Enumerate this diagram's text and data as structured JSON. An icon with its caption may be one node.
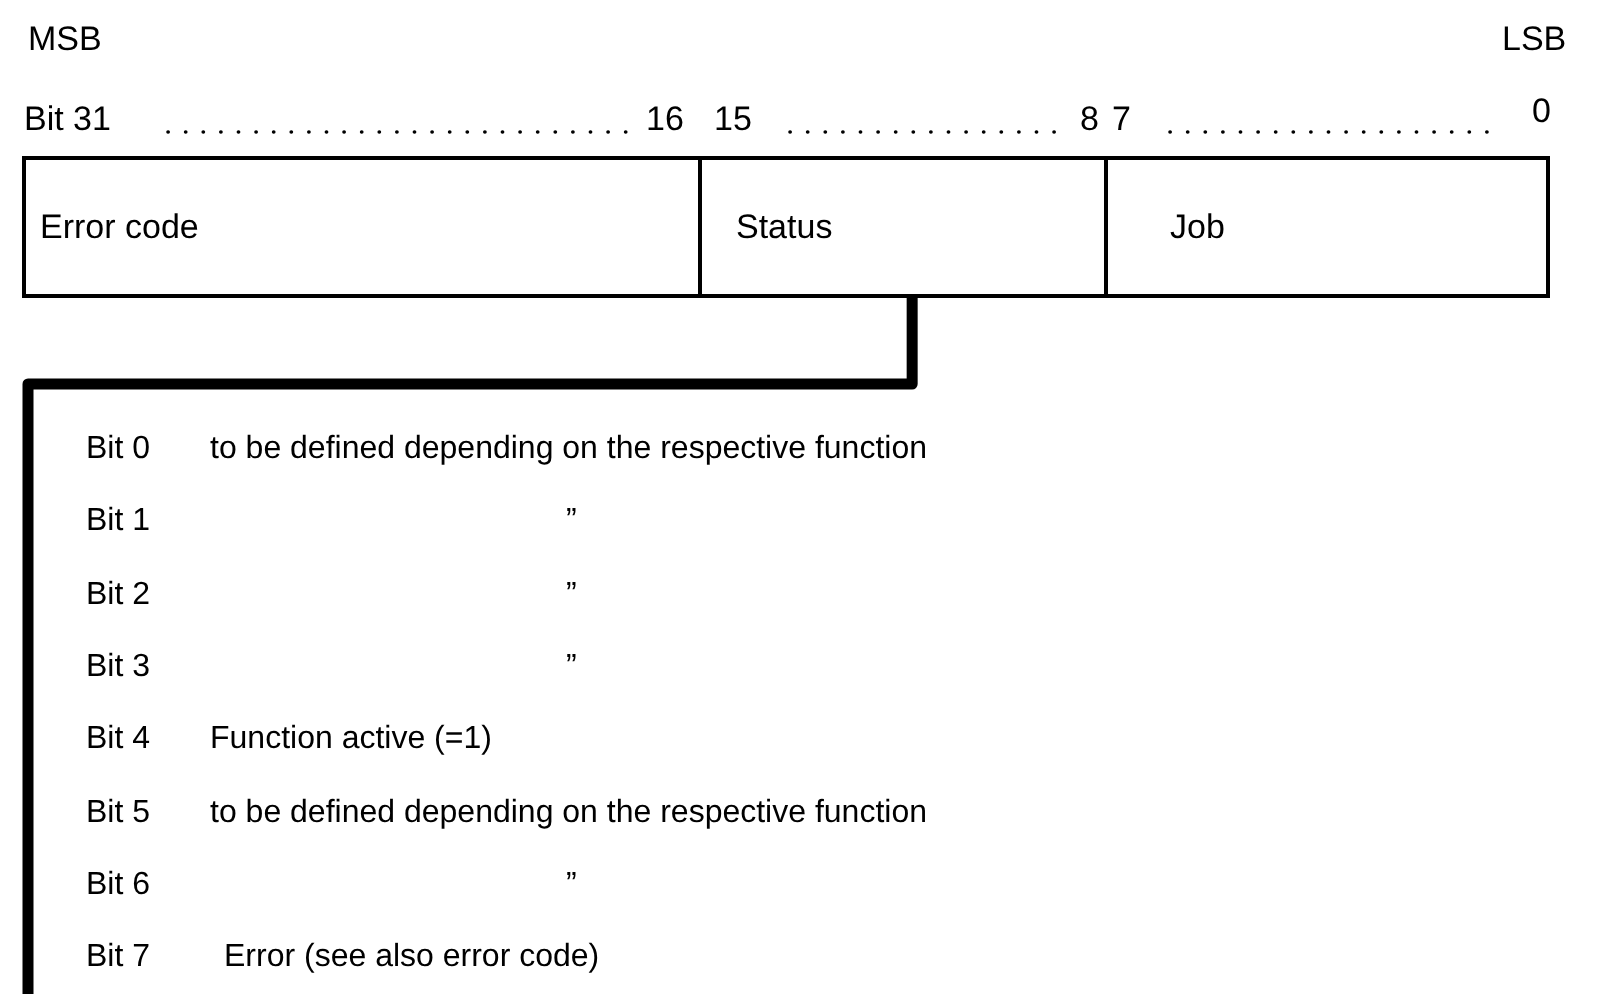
{
  "diagram": {
    "nodes": [
      {
        "text": [
          "Error code"
        ]
      },
      {
        "text": [
          "Status"
        ]
      },
      {
        "text": [
          "Job"
        ]
      },
      {
        "text": [
          "Bit 0",
          "to be defined depending on the respective function",
          "Bit 1",
          "”",
          "Bit 2",
          "”",
          "Bit 3",
          "”",
          "Bit 4",
          "Function active (=1)",
          "Bit 5",
          "to be defined depending on the respective function",
          "Bit 6",
          "”",
          "Bit 7",
          "Error (see also error code)"
        ]
      }
    ],
    "edges": [
      {
        "from": 1,
        "to": 3,
        "arrow": "none"
      }
    ],
    "labels": [
      "MSB",
      "LSB",
      "Bit 31",
      "16",
      "15",
      "8",
      "7",
      "0"
    ]
  }
}
